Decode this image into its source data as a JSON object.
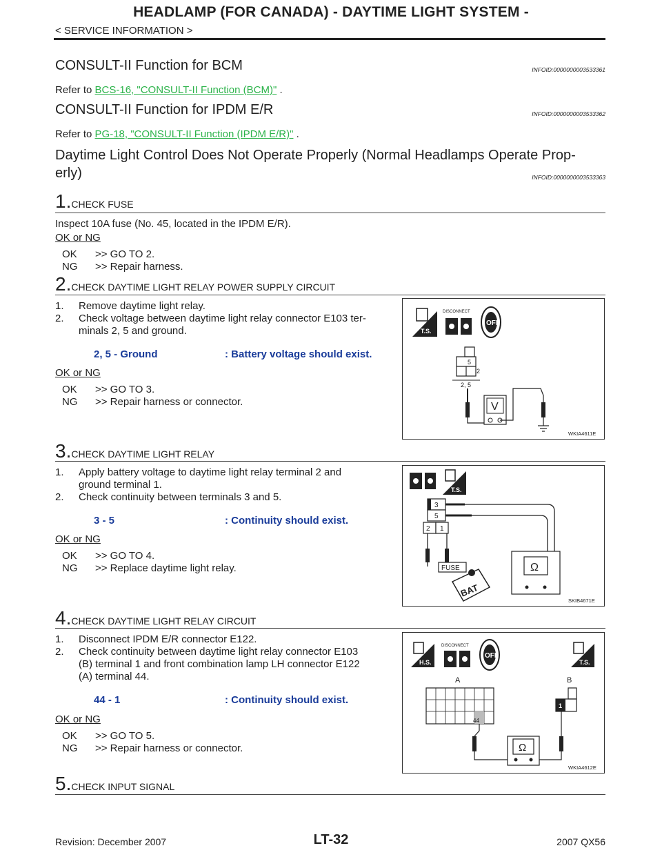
{
  "header": {
    "title": "HEADLAMP (FOR CANADA) - DAYTIME LIGHT SYSTEM -",
    "subtitle": "< SERVICE INFORMATION >"
  },
  "sections": [
    {
      "title": "CONSULT-II Function for BCM",
      "infoid": "INFOID:0000000003533361",
      "refer_prefix": "Refer to ",
      "link": "BCS-16, \"CONSULT-II Function (BCM)\"",
      "refer_suffix": " ."
    },
    {
      "title": "CONSULT-II Function for IPDM E/R",
      "infoid": "INFOID:0000000003533362",
      "refer_prefix": "Refer to ",
      "link": "PG-18, \"CONSULT-II Function (IPDM E/R)\"",
      "refer_suffix": " ."
    },
    {
      "title_line1": "Daytime Light Control Does Not Operate Properly (Normal Headlamps Operate Prop-",
      "title_line2": "erly)",
      "infoid": "INFOID:0000000003533363"
    }
  ],
  "steps": [
    {
      "num": "1.",
      "title": "CHECK FUSE",
      "body": "Inspect 10A fuse (No. 45, located in the IPDM E/R).",
      "ok_ng": "OK or NG",
      "ok_key": "OK",
      "ok_val": ">> GO TO 2.",
      "ng_key": "NG",
      "ng_val": ">> Repair harness."
    },
    {
      "num": "2.",
      "title": "CHECK DAYTIME LIGHT RELAY POWER SUPPLY CIRCUIT",
      "li1": "Remove daytime light relay.",
      "li2a": "Check voltage between daytime light relay connector E103 ter-",
      "li2b": "minals 2, 5 and ground.",
      "n1": "1.",
      "n2": "2.",
      "spec_left": "2, 5 - Ground",
      "spec_right": ": Battery voltage should exist.",
      "ok_ng": "OK or NG",
      "ok_key": "OK",
      "ok_val": ">> GO TO 3.",
      "ng_key": "NG",
      "ng_val": ">> Repair harness or connector.",
      "fig_code": "WKIA4611E",
      "fig_labels": {
        "disconnect": "DISCONNECT",
        "ts": "T.S.",
        "off": "OFF",
        "t5": "5",
        "t2": "2",
        "t25": "2, 5",
        "v": "V"
      }
    },
    {
      "num": "3.",
      "title": "CHECK DAYTIME LIGHT RELAY",
      "li1a": "Apply battery voltage to daytime light relay terminal 2 and",
      "li1b": "ground terminal 1.",
      "li2": "Check continuity between terminals 3 and 5.",
      "n1": "1.",
      "n2": "2.",
      "spec_left": "3 - 5",
      "spec_right": ": Continuity should exist.",
      "ok_ng": "OK or NG",
      "ok_key": "OK",
      "ok_val": ">> GO TO 4.",
      "ng_key": "NG",
      "ng_val": ">> Replace daytime light relay.",
      "fig_code": "SKIB4671E",
      "fig_labels": {
        "ts": "T.S.",
        "t3": "3",
        "t5": "5",
        "t2": "2",
        "t1": "1",
        "fuse": "FUSE",
        "bat": "BAT",
        "ohm": "Ω"
      }
    },
    {
      "num": "4.",
      "title": "CHECK DAYTIME LIGHT RELAY CIRCUIT",
      "li1": "Disconnect IPDM E/R connector E122.",
      "li2a": "Check continuity between daytime light relay connector E103",
      "li2b": "(B) terminal 1 and front combination lamp LH connector E122",
      "li2c": "(A) terminal 44.",
      "n1": "1.",
      "n2": "2.",
      "spec_left": "44 - 1",
      "spec_right": ": Continuity should exist.",
      "ok_ng": "OK or NG",
      "ok_key": "OK",
      "ok_val": ">> GO TO 5.",
      "ng_key": "NG",
      "ng_val": ">> Repair harness or connector.",
      "fig_code": "WKIA4612E",
      "fig_labels": {
        "hs": "H.S.",
        "disconnect": "DISCONNECT",
        "off": "OFF",
        "ts": "T.S.",
        "a": "A",
        "b": "B",
        "t44": "44",
        "t1": "1",
        "ohm": "Ω"
      }
    },
    {
      "num": "5.",
      "title": "CHECK INPUT SIGNAL"
    }
  ],
  "footer": {
    "page": "LT-32",
    "revision": "Revision: December 2007",
    "model": "2007 QX56"
  }
}
